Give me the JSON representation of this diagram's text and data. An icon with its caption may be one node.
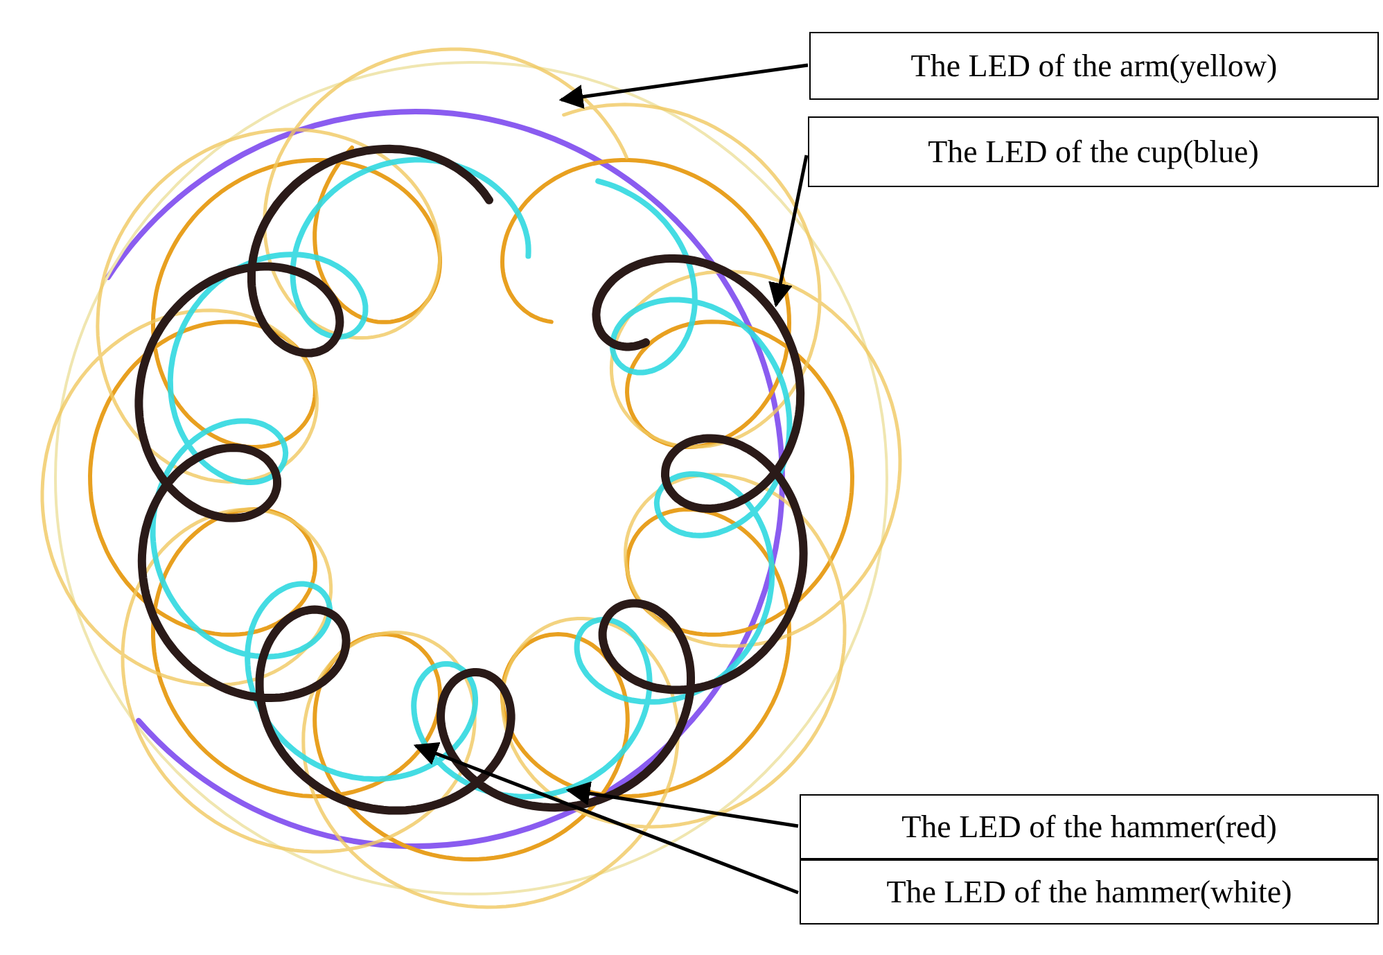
{
  "diagram": {
    "nodes": [
      {
        "text": [
          "The LED of the arm(yellow)"
        ]
      },
      {
        "text": [
          "The LED of the cup(blue)"
        ]
      },
      {
        "text": [
          "The LED of the hammer(red)"
        ]
      },
      {
        "text": [
          "The LED of the hammer(white)"
        ]
      }
    ],
    "edges": [
      {
        "from": 0,
        "to": null,
        "arrow": "to"
      },
      {
        "from": 1,
        "to": null,
        "arrow": "to"
      },
      {
        "from": 2,
        "to": null,
        "arrow": "to"
      },
      {
        "from": 3,
        "to": null,
        "arrow": "to"
      }
    ]
  }
}
